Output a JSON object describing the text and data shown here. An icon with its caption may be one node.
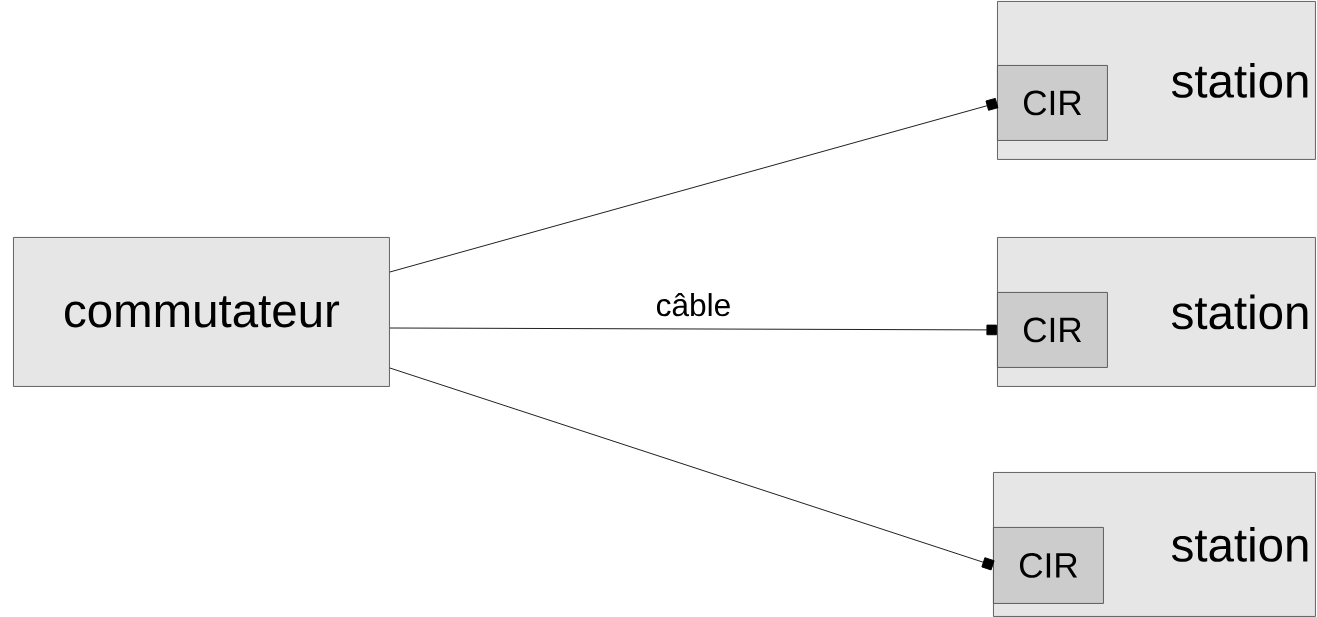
{
  "diagram": {
    "nodes": [
      {
        "text": [
          "commutateur"
        ]
      },
      {
        "text": [
          "station"
        ]
      },
      {
        "text": [
          "CIR"
        ],
        "in": 1
      },
      {
        "text": [
          "station"
        ]
      },
      {
        "text": [
          "CIR"
        ],
        "in": 3
      },
      {
        "text": [
          "station"
        ]
      },
      {
        "text": [
          "CIR"
        ],
        "in": 5
      }
    ],
    "edges": [
      {
        "from": 0,
        "to": 2,
        "arrow": "other"
      },
      {
        "from": 0,
        "to": 4,
        "arrow": "other",
        "label": "câble"
      },
      {
        "from": 0,
        "to": 6,
        "arrow": "other"
      }
    ]
  }
}
